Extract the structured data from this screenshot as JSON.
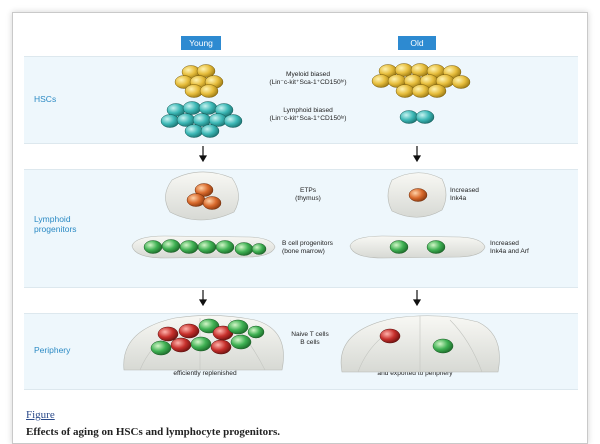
{
  "columns": {
    "young": "Young",
    "old": "Old"
  },
  "rows": {
    "hscs": "HSCs",
    "lymphoid": "Lymphoid\nprogenitors",
    "periphery": "Periphery"
  },
  "hsc_labels": {
    "myeloid": "Myeloid biased\n(Lin⁻c-kit⁺Sca-1⁺CD150ʰⁱ)",
    "lymphoid": "Lymphoid biased\n(Lin⁻c-kit⁺Sca-1⁺CD150ˡᵒ)"
  },
  "lymphoid_labels": {
    "etps": "ETPs\n(thymus)",
    "increased_ink4a": "Increased\nInk4a",
    "b_cell": "B cell progenitors\n(bone marrow)",
    "increased_ink4a_arf": "Increased\nInk4a and Arf"
  },
  "periphery_labels": {
    "naive": "Naive T cells\nB cells",
    "young_pool": "Peripheral lymphocyte pool\nefficiently replenished",
    "old_pool": "Few cells generated\nand exported to periphery"
  },
  "caption": {
    "link": "Figure",
    "title": "Effects of aging on HSCs and lymphocyte progenitors."
  },
  "colors": {
    "panel": "#eef7fc",
    "header": "#2d8ad1",
    "row_label": "#2b8ac4",
    "myeloid_cell": "#e3b93a",
    "lymphoid_cell": "#3cb8b6",
    "etp_cell": "#d96a2c",
    "b_progenitor_cell": "#3fb153",
    "t_cell_red": "#c7302c",
    "b_cell_green": "#2fa84a"
  }
}
